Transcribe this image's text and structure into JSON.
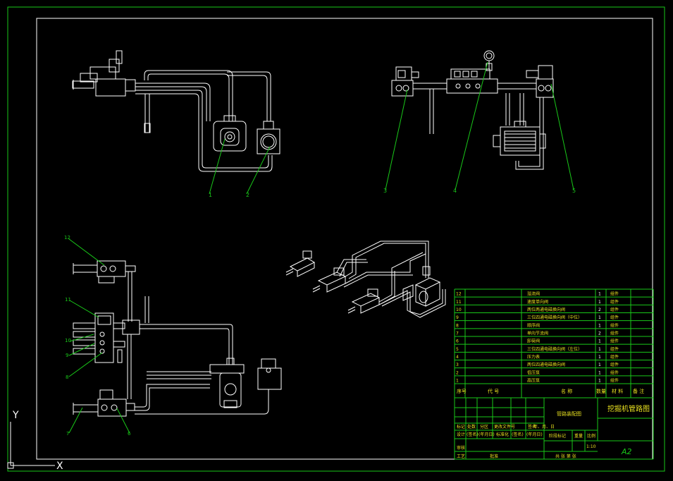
{
  "ucs": {
    "y_label": "Y",
    "x_label": "X"
  },
  "balloons": {
    "view1": [
      "1",
      "2"
    ],
    "view2": [
      "3",
      "4",
      "5"
    ],
    "view3": [
      "12",
      "11",
      "10",
      "9",
      "8",
      "7",
      "6"
    ]
  },
  "parts_list": {
    "rows": [
      {
        "no": "12",
        "name": "溢流阀",
        "qty": "1",
        "mat": "组件"
      },
      {
        "no": "11",
        "name": "速度单向阀",
        "qty": "1",
        "mat": "组件"
      },
      {
        "no": "10",
        "name": "两位两通电磁换向阀",
        "qty": "2",
        "mat": "组件"
      },
      {
        "no": "9",
        "name": "三位四通电磁换向阀（中位）",
        "qty": "1",
        "mat": "组件"
      },
      {
        "no": "8",
        "name": "顺序阀",
        "qty": "1",
        "mat": "组件"
      },
      {
        "no": "7",
        "name": "单向节流阀",
        "qty": "2",
        "mat": "组件"
      },
      {
        "no": "6",
        "name": "卸荷阀",
        "qty": "1",
        "mat": "组件"
      },
      {
        "no": "5",
        "name": "三位四通电磁换向阀（左位）",
        "qty": "1",
        "mat": "组件"
      },
      {
        "no": "4",
        "name": "压力表",
        "qty": "1",
        "mat": "组件"
      },
      {
        "no": "3",
        "name": "两位四通电磁换向阀",
        "qty": "1",
        "mat": "组件"
      },
      {
        "no": "2",
        "name": "低压泵",
        "qty": "1",
        "mat": "组件"
      },
      {
        "no": "1",
        "name": "高压泵",
        "qty": "1",
        "mat": "组件"
      }
    ],
    "header": {
      "no": "序号",
      "code": "代 号",
      "name": "名 称",
      "qty": "数量",
      "mat": "材 料",
      "note": "备 注"
    }
  },
  "title_block": {
    "assembly": "管路装配图",
    "drawing_title": "挖掘机管路图",
    "labels": [
      "标记",
      "处数",
      "分区",
      "更改文件号",
      "签名",
      "年、月、日"
    ],
    "labels2": [
      "设计",
      "(签名)",
      "(年月日)",
      "标准化",
      "(签名)",
      "(年月日)"
    ],
    "stage": [
      "阶段标记",
      "重量",
      "比例"
    ],
    "scale": "1:10",
    "review": "审核",
    "craft": "工艺",
    "approve": "批准",
    "sheet": "共  张  第  张",
    "size": "A2"
  }
}
